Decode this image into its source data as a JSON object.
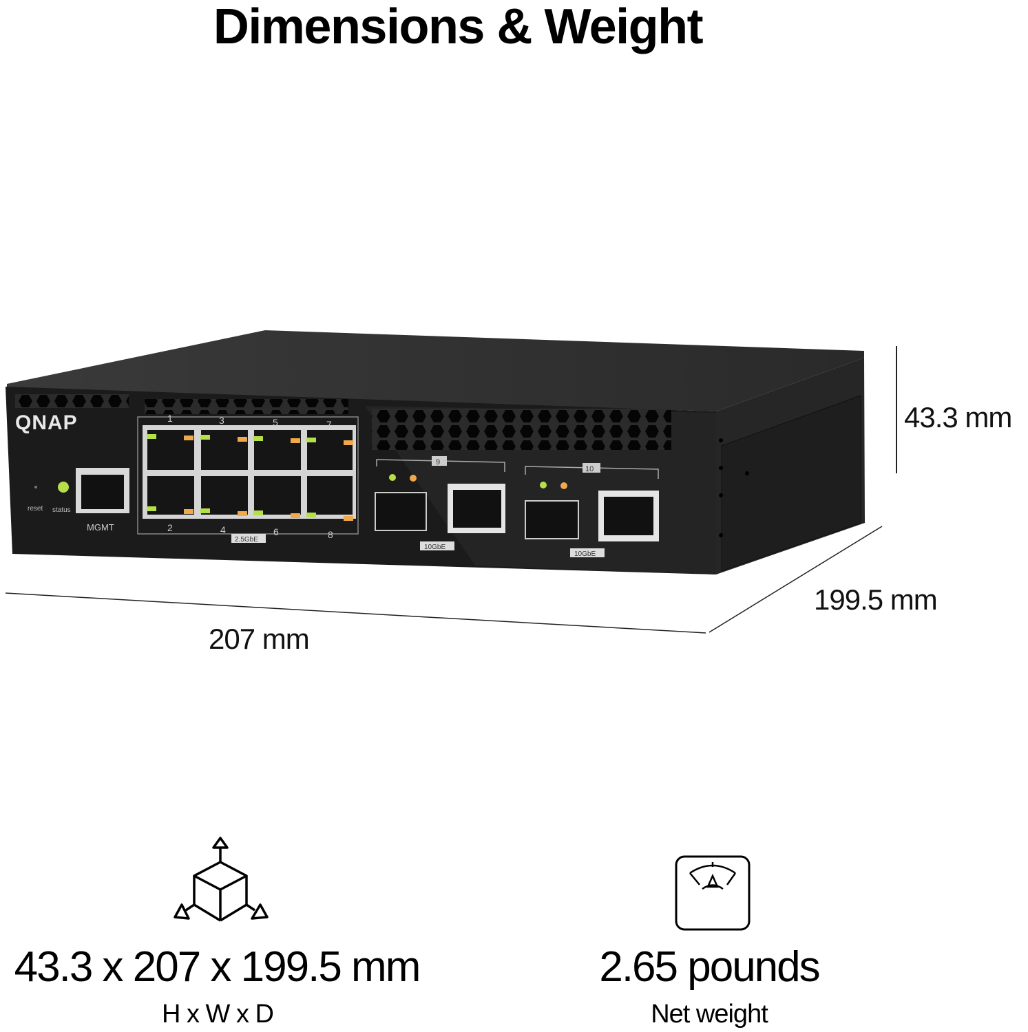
{
  "title": "Dimensions & Weight",
  "device": {
    "brand": "QNAP",
    "mgmt_label": "MGMT",
    "reset_label": "reset",
    "status_label": "status",
    "top_port_numbers": [
      "1",
      "3",
      "5",
      "7"
    ],
    "bottom_port_numbers": [
      "2",
      "4",
      "6",
      "8"
    ],
    "group_speed_label": "2.5GbE",
    "combo_ports": [
      {
        "number": "9",
        "speed": "10GbE"
      },
      {
        "number": "10",
        "speed": "10GbE"
      }
    ],
    "colors": {
      "body": "#1c1c1c",
      "led_green": "#b6e04a",
      "led_amber": "#f0a94a",
      "port_frame": "#d9d9d9"
    }
  },
  "dimensions": {
    "height_label": "43.3 mm",
    "width_label": "207 mm",
    "depth_label": "199.5 mm"
  },
  "specs": [
    {
      "icon": "cube-dimensions-icon",
      "value": "43.3 x 207 x 199.5 mm",
      "caption": "H x W x D"
    },
    {
      "icon": "weight-scale-icon",
      "value": "2.65 pounds",
      "caption": "Net weight"
    }
  ]
}
